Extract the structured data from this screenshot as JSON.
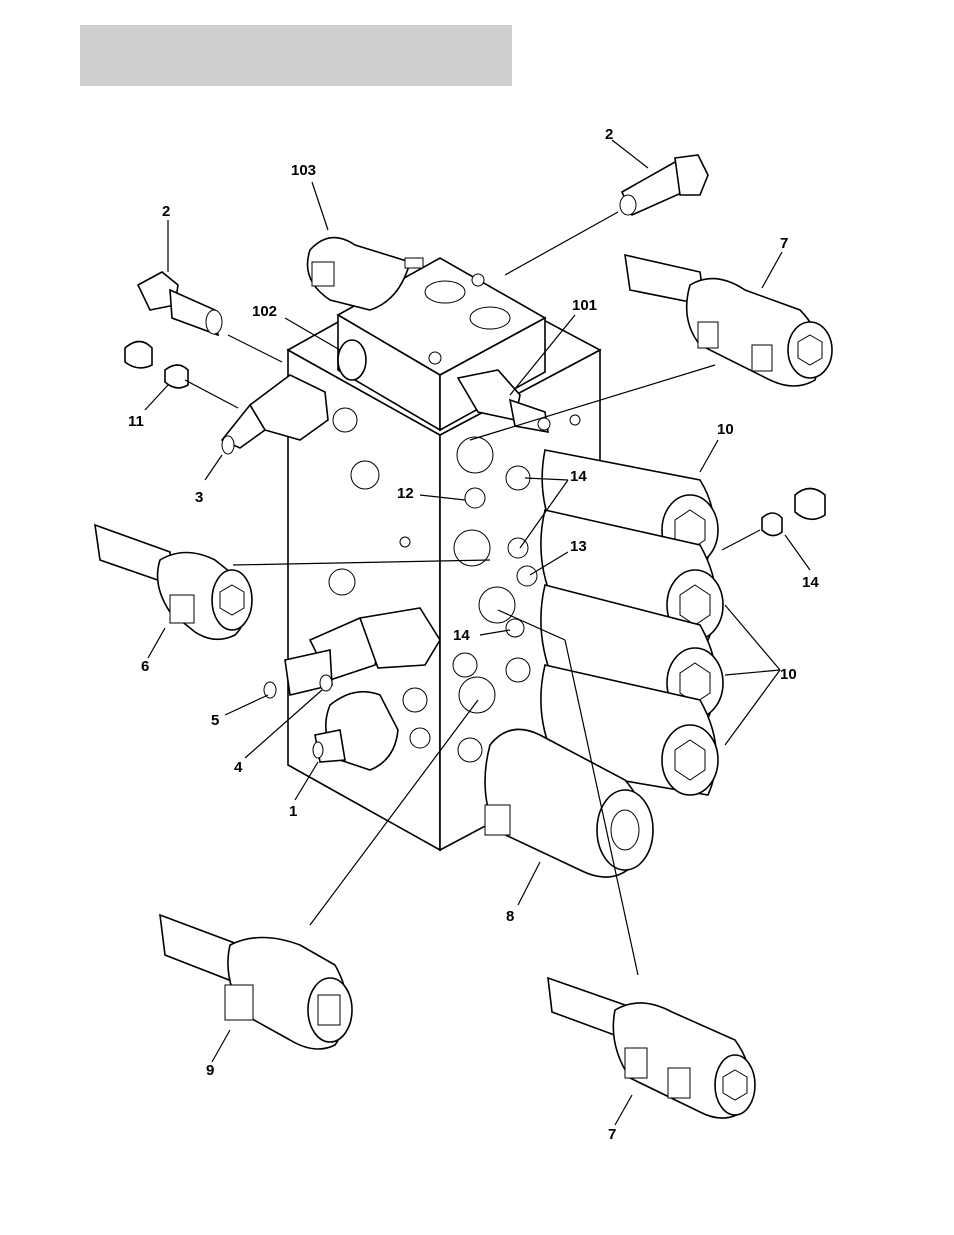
{
  "header": {
    "title": ""
  },
  "callouts": {
    "c2_top": "2",
    "c103": "103",
    "c2_left": "2",
    "c7_top": "7",
    "c102": "102",
    "c101": "101",
    "c11": "11",
    "c3": "3",
    "c10_top": "10",
    "c12": "12",
    "c14_a": "14",
    "c13": "13",
    "c14_right": "14",
    "c14_b": "14",
    "c10_right": "10",
    "c6": "6",
    "c5": "5",
    "c4": "4",
    "c1": "1",
    "c8": "8",
    "c9": "9",
    "c7_bottom": "7"
  }
}
